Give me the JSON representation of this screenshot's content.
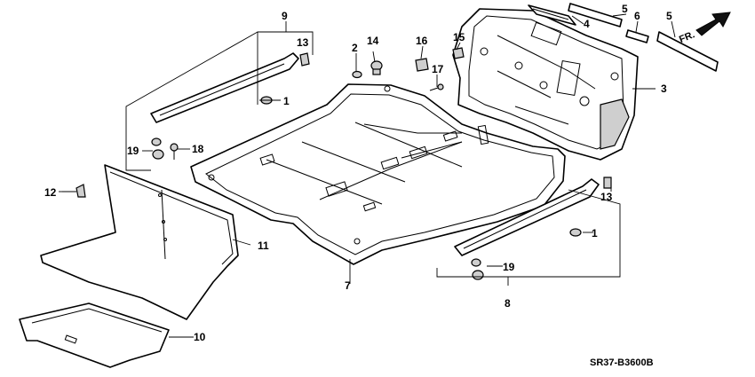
{
  "callouts": [
    {
      "id": "n1a",
      "text": "1"
    },
    {
      "id": "n1b",
      "text": "1"
    },
    {
      "id": "n2",
      "text": "2"
    },
    {
      "id": "n3",
      "text": "3"
    },
    {
      "id": "n4",
      "text": "4"
    },
    {
      "id": "n5a",
      "text": "5"
    },
    {
      "id": "n5b",
      "text": "5"
    },
    {
      "id": "n6",
      "text": "6"
    },
    {
      "id": "n7",
      "text": "7"
    },
    {
      "id": "n8",
      "text": "8"
    },
    {
      "id": "n9",
      "text": "9"
    },
    {
      "id": "n10",
      "text": "10"
    },
    {
      "id": "n11",
      "text": "11"
    },
    {
      "id": "n12",
      "text": "12"
    },
    {
      "id": "n13a",
      "text": "13"
    },
    {
      "id": "n13b",
      "text": "13"
    },
    {
      "id": "n14",
      "text": "14"
    },
    {
      "id": "n15",
      "text": "15"
    },
    {
      "id": "n16",
      "text": "16"
    },
    {
      "id": "n17",
      "text": "17"
    },
    {
      "id": "n18",
      "text": "18"
    },
    {
      "id": "n19a",
      "text": "19"
    },
    {
      "id": "n19b",
      "text": "19"
    }
  ],
  "direction_label": "FR.",
  "diagram_code": "SR37-B3600B"
}
